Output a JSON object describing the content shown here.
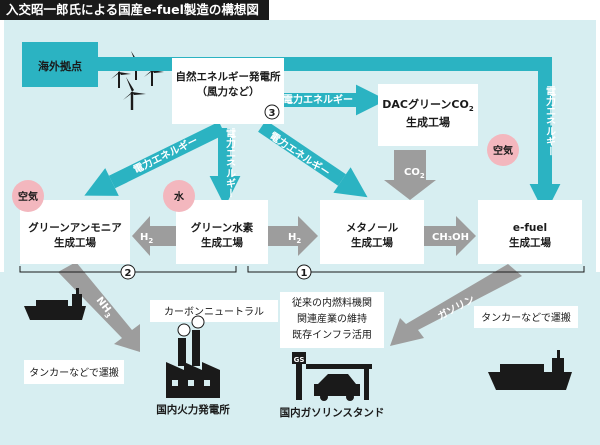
{
  "title": "入交昭一郎氏による国産e-fuel製造の構想図",
  "colors": {
    "bg": "#d7eef1",
    "teal": "#2bb3c2",
    "gray": "#9d9d9d",
    "box": "#ffffff",
    "pink": "#f3b7be",
    "ink": "#1a1a1a"
  },
  "overseas_base": "海外拠点",
  "renewable_plant": {
    "line1": "自然エネルギー発電所",
    "line2": "（風力など）",
    "num": "3"
  },
  "dac_plant": {
    "line1": "DACグリーンCO",
    "sub": "2",
    "line2": "生成工場"
  },
  "ammonia_plant": {
    "line1": "グリーンアンモニア",
    "line2": "生成工場"
  },
  "hydrogen_plant": {
    "line1": "グリーン水素",
    "line2": "生成工場"
  },
  "methanol_plant": {
    "line1": "メタノール",
    "line2": "生成工場"
  },
  "efuel_plant": {
    "line1": "e-fuel",
    "line2": "生成工場"
  },
  "labels": {
    "electric": "電力エネルギー",
    "air": "空気",
    "water": "水",
    "co2": "CO",
    "co2_sub": "2",
    "h2": "H",
    "h2_sub": "2",
    "ch3oh": "CH₃OH",
    "nh3": "NH",
    "nh3_sub": "3",
    "gasoline": "ガソリン",
    "circle1": "1",
    "circle2": "2"
  },
  "carbon_neutral": "カーボンニュートラル",
  "existing_industry": [
    "従来の内燃料機関",
    "関連産業の維持",
    "既存インフラ活用"
  ],
  "tanker_left": "タンカーなどで運搬",
  "tanker_right": "タンカーなどで運搬",
  "thermal_plant": "国内火力発電所",
  "gas_station": "国内ガソリンスタンド",
  "gs_sign": "GS"
}
